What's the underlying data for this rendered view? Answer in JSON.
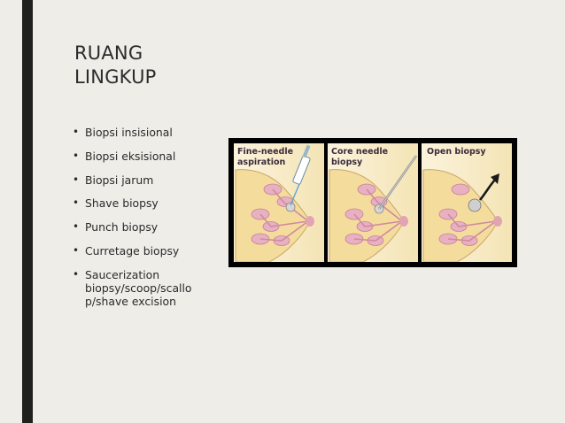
{
  "slide": {
    "title_lines": [
      "RUANG",
      "LINGKUP"
    ],
    "bullets": [
      "Biopsi insisional",
      "Biopsi eksisional",
      "Biopsi jarum",
      "Shave biopsy",
      "Punch biopsy",
      "Curretage biopsy",
      "Saucerization biopsy/scoop/scallo p/shave excision"
    ],
    "bullet_glyph": "•"
  },
  "figure": {
    "panels": [
      {
        "label_lines": [
          "Fine-needle",
          "aspiration"
        ],
        "tool": "syringe-icon"
      },
      {
        "label_lines": [
          "Core needle",
          "biopsy"
        ],
        "tool": "core-needle-icon"
      },
      {
        "label_lines": [
          "Open biopsy"
        ],
        "tool": "excision-arrow-icon"
      }
    ],
    "colors": {
      "skin": "#f6e6b8",
      "tissue": "#f3e0a0",
      "lobule": "#e8b7c4",
      "duct": "#d78aa3",
      "frame": "#000000"
    }
  }
}
